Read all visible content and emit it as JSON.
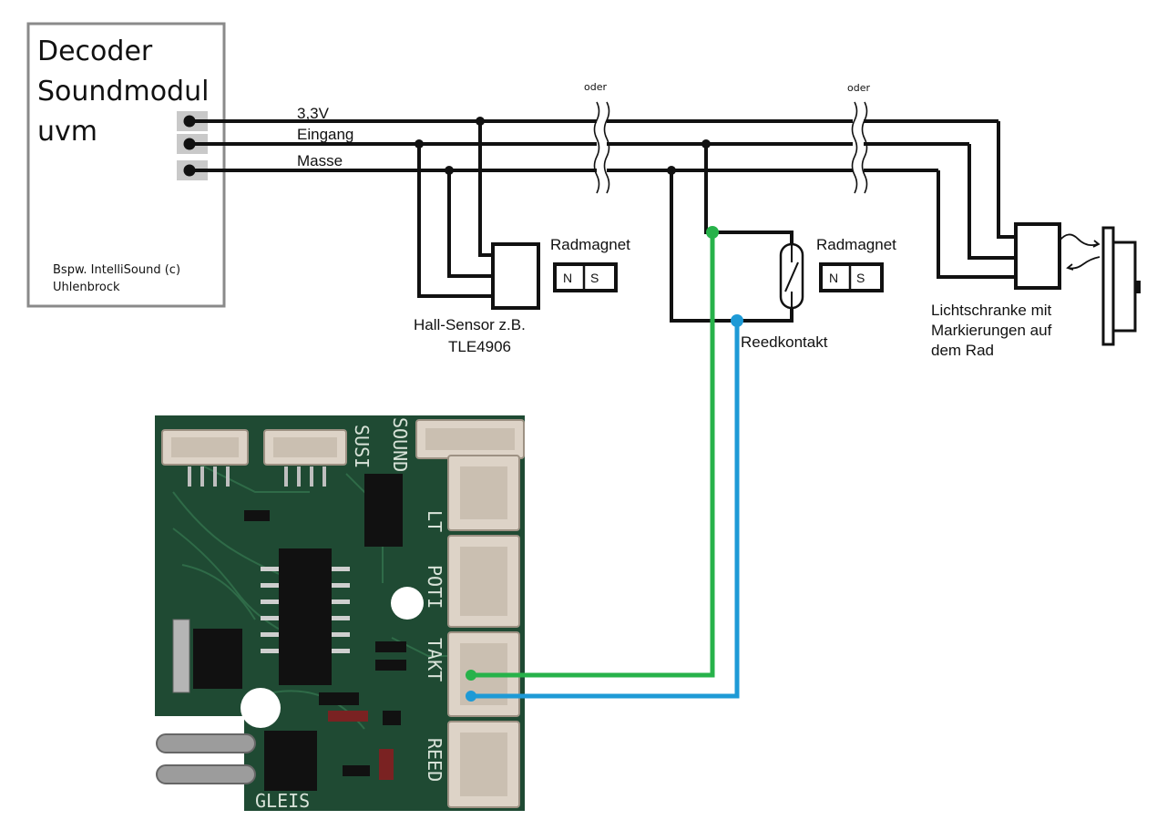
{
  "decoder": {
    "line1": "Decoder",
    "line2": "Soundmodul",
    "line3": "uvm",
    "note_line1": "Bspw. IntelliSound (c)",
    "note_line2": "Uhlenbrock"
  },
  "wires": {
    "v33": "3,3V",
    "eingang": "Eingang",
    "masse": "Masse"
  },
  "oder_1": "oder",
  "oder_2": "oder",
  "hall": {
    "line1": "Hall-Sensor z.B.",
    "line2": "TLE4906",
    "magnet_label": "Radmagnet",
    "pole_n": "N",
    "pole_s": "S"
  },
  "reed": {
    "label": "Reedkontakt",
    "magnet_label": "Radmagnet",
    "pole_n": "N",
    "pole_s": "S"
  },
  "lichtschranke": {
    "line1": "Lichtschranke mit",
    "line2": "Markierungen auf",
    "line3": "dem Rad"
  },
  "pcb": {
    "label_susi": "SUSI",
    "label_sound": "SOUND",
    "label_lt": "LT",
    "label_poti": "POTI",
    "label_takt": "TAKT",
    "label_reed": "REED",
    "label_gleis": "GLEIS"
  },
  "colors": {
    "wire_green": "#27b24a",
    "wire_blue": "#1e9ad6",
    "pcb_green": "#1f4a33",
    "connector": "#ddd3c7",
    "black": "#111111"
  }
}
